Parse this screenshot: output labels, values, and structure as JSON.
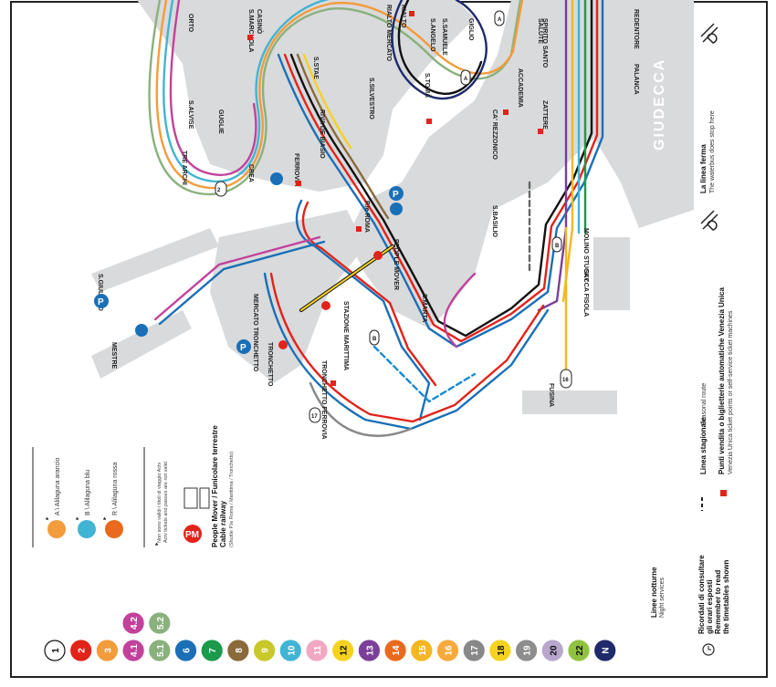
{
  "map": {
    "area_label": "GIUDECCA",
    "stops": [
      "S.MARCUOLA",
      "CASINÒ",
      "RIALTO MERCATO",
      "RIALTO",
      "S.STAE",
      "RIVA DE BIASIO",
      "S.SILVESTRO",
      "S.TOMÀ",
      "S.ANGELO",
      "S.SAMUELE",
      "GIGLIO",
      "SALUTE",
      "ORTO",
      "S.ALVISE",
      "TRE ARCHI",
      "GUGLIE",
      "CREA",
      "FERROVIA",
      "P.le ROMA",
      "PEOPLE MOVER",
      "CA' REZZONICO",
      "ACCADEMIA",
      "ZATTERE",
      "SPIRITO SANTO",
      "PALANCA",
      "REDENTORE",
      "S.BASILIO",
      "MOLINO STUCKY",
      "SACCA FISOLA",
      "S.MARTA",
      "STAZIONE MARITTIMA",
      "MERCATO TRONCHETTO",
      "TRONCHETTO",
      "TRONCHETTO FERROVIA",
      "FUSINA",
      "MESTRE",
      "S.GIULIANO"
    ]
  },
  "legend": {
    "lines": [
      {
        "label": "1",
        "color": "#ffffff",
        "text": "#111111"
      },
      {
        "label": "2",
        "color": "#e2231a",
        "text": "#ffffff"
      },
      {
        "label": "3",
        "color": "#f39c3c",
        "text": "#ffffff"
      },
      {
        "label": "4.1",
        "color": "#c2429b",
        "text": "#ffffff"
      },
      {
        "label": "4.2",
        "color": "#c2429b",
        "text": "#ffffff"
      },
      {
        "label": "5.1",
        "color": "#8ab17d",
        "text": "#ffffff"
      },
      {
        "label": "5.2",
        "color": "#8ab17d",
        "text": "#ffffff"
      },
      {
        "label": "6",
        "color": "#1a6fb7",
        "text": "#ffffff"
      },
      {
        "label": "7",
        "color": "#1a9a4a",
        "text": "#ffffff"
      },
      {
        "label": "8",
        "color": "#8a6a3a",
        "text": "#ffffff"
      },
      {
        "label": "9",
        "color": "#c8c82a",
        "text": "#ffffff"
      },
      {
        "label": "10",
        "color": "#41b4d4",
        "text": "#ffffff"
      },
      {
        "label": "11",
        "color": "#f2a7c3",
        "text": "#ffffff"
      },
      {
        "label": "12",
        "color": "#f5d21f",
        "text": "#111111"
      },
      {
        "label": "13",
        "color": "#7b3f99",
        "text": "#ffffff"
      },
      {
        "label": "14",
        "color": "#e96a1f",
        "text": "#ffffff"
      },
      {
        "label": "15",
        "color": "#f4b622",
        "text": "#ffffff"
      },
      {
        "label": "16",
        "color": "#f7a93a",
        "text": "#ffffff"
      },
      {
        "label": "17",
        "color": "#888888",
        "text": "#ffffff"
      },
      {
        "label": "18",
        "color": "#f5d21f",
        "text": "#111111"
      },
      {
        "label": "19",
        "color": "#8d8d8d",
        "text": "#ffffff"
      },
      {
        "label": "20",
        "color": "#b8a6cc",
        "text": "#111111"
      },
      {
        "label": "22",
        "color": "#8fc33f",
        "text": "#111111"
      },
      {
        "label": "N",
        "color": "#1e2a6a",
        "text": "#ffffff"
      }
    ],
    "night_title": "Linee notturne",
    "night_sub": "Night services",
    "alilaguna_orange": "A \\ Alilaguna arancio",
    "alilaguna_blue": "B \\ Alilaguna blu",
    "alilaguna_red": "R \\ Alilaguna rossa",
    "not_valid": "Non sono validi i titoli di viaggio Actv",
    "not_valid_en": "Actv tickets and passes are not valid",
    "people_mover_title": "People Mover / Funicolare terrestre",
    "cable_railway": "Cable railway",
    "shuttle": "(Shuttle P.le Roma / Marittima / Tronchetto)",
    "pm_badge": "PM",
    "star": "*",
    "seasonal_it": "Linea stagionale",
    "seasonal_en": "Seasonal route",
    "ticket_it": "Punti vendita o biglietterie automatiche Venezia Unica",
    "ticket_en": "Venezia Unica ticket points or self-service ticket machines",
    "nostop_it": "La linea ferma",
    "nostop_en": "The waterbus does stop here",
    "remember_it1": "Ricordati di consultare",
    "remember_it2": "gli orari esposti",
    "remember_en1": "Remember to read",
    "remember_en2": "the timetables shown"
  }
}
